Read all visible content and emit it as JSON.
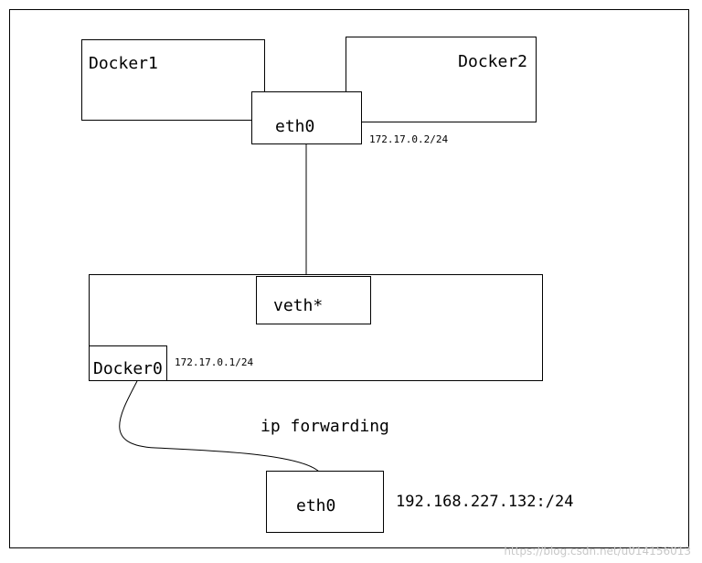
{
  "diagram": {
    "docker1": {
      "label": "Docker1"
    },
    "docker2": {
      "label": "Docker2"
    },
    "container_eth0": {
      "label": "eth0",
      "ip": "172.17.0.2/24"
    },
    "bridge": {
      "veth_label": "veth*",
      "docker0_label": "Docker0",
      "docker0_ip": "172.17.0.1/24"
    },
    "forwarding_label": "ip forwarding",
    "host_eth0": {
      "label": "eth0",
      "ip": "192.168.227.132:/24"
    }
  },
  "watermark": "https://blog.csdn.net/u014156013"
}
